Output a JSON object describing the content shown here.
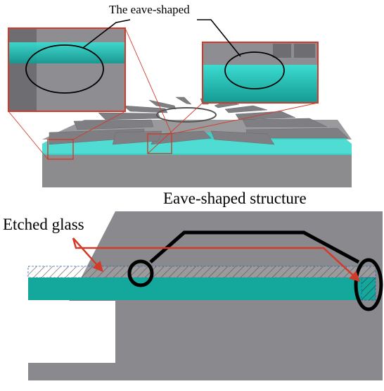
{
  "labels": {
    "top_callout": "The eave-shaped",
    "section_title": "Eave-shaped structure",
    "etched_glass": "Etched glass"
  },
  "colors": {
    "silicon_gray": "#8a8a8e",
    "glass_cyan": "#14a89c",
    "highlight_red": "#d23a2a",
    "callout_black": "#000000"
  }
}
